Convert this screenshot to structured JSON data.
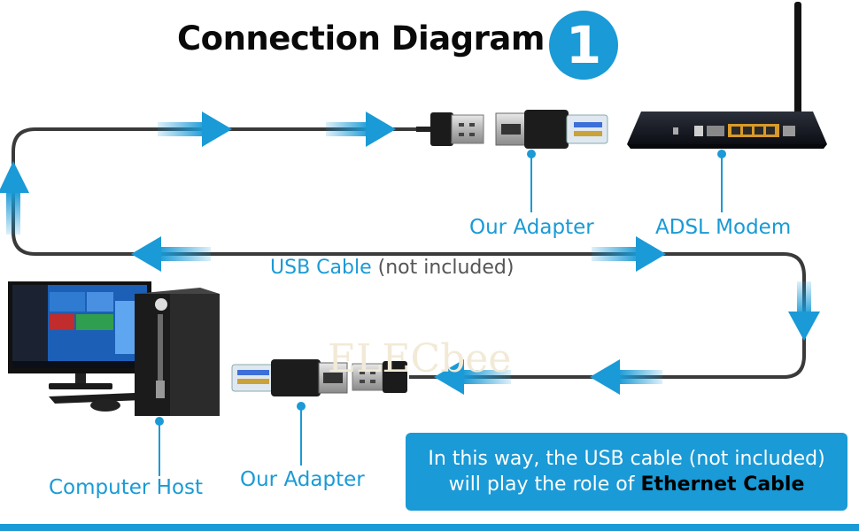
{
  "title": "Connection Diagram",
  "step_number": "1",
  "labels": {
    "adapter_top": "Our Adapter",
    "modem": "ADSL Modem",
    "usb_cable": "USB Cable",
    "usb_cable_note": "(not included)",
    "computer": "Computer Host",
    "adapter_bottom": "Our Adapter"
  },
  "note": {
    "line1": "In this way, the USB cable (not included)",
    "line2_prefix": "will play the role of",
    "line2_bold": "Ethernet Cable"
  },
  "watermark": "ELECbee",
  "colors": {
    "accent": "#1a9ad6",
    "cable": "#3a3a3a",
    "text": "#0a0a0a"
  }
}
